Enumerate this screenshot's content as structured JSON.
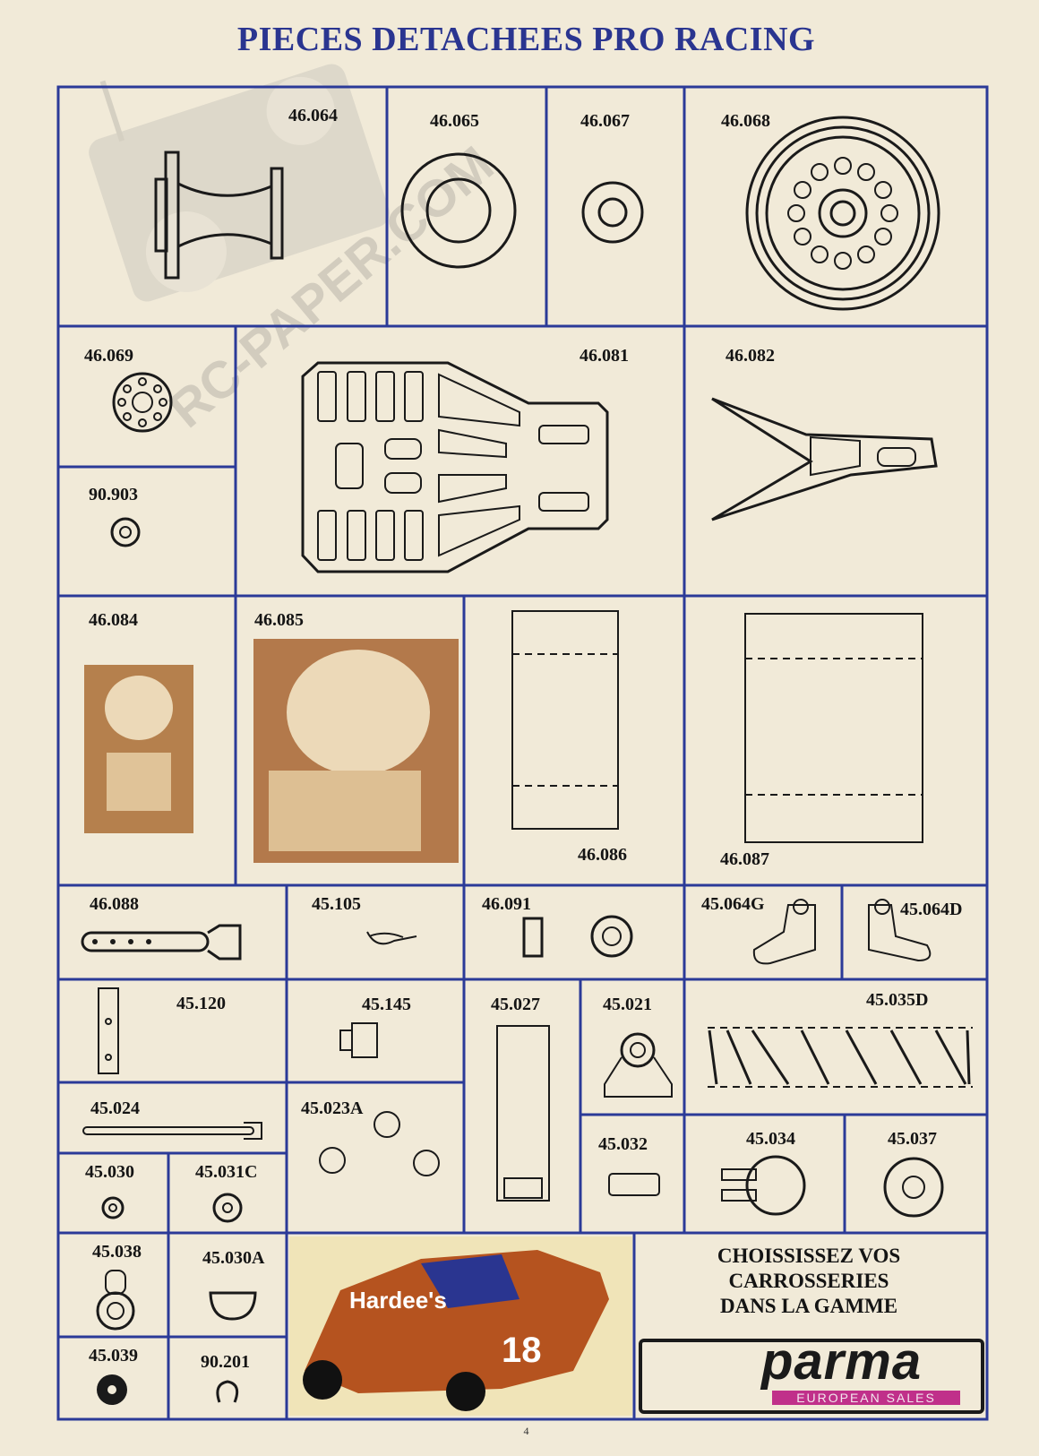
{
  "page": {
    "title": "PIECES DETACHEES PRO RACING",
    "page_number": "4"
  },
  "parts": [
    "46.064",
    "46.065",
    "46.067",
    "46.068",
    "46.069",
    "46.081",
    "46.082",
    "90.903",
    "46.084",
    "46.085",
    "46.086",
    "46.087",
    "46.088",
    "45.105",
    "46.091",
    "45.064G",
    "45.064D",
    "45.120",
    "45.145",
    "45.027",
    "45.021",
    "45.035D",
    "45.024",
    "45.023A",
    "45.032",
    "45.034",
    "45.037",
    "45.030",
    "45.031C",
    "45.038",
    "45.030A",
    "45.039",
    "90.201"
  ],
  "promo": {
    "line1": "CHOISSISSEZ VOS",
    "line2": "CARROSSERIES",
    "line3": "DANS LA GAMME"
  },
  "brand": {
    "logo_text": "parma",
    "tagline": "EUROPEAN SALES"
  },
  "watermark": "RC-PAPER.COM",
  "car_photo": {
    "sponsor": "Hardee's",
    "number": "18"
  },
  "colors": {
    "background": "#f1ead8",
    "grid": "#2b3a98",
    "title": "#2a3590",
    "ink": "#1a1a1a",
    "brand_accent": "#c0308a"
  }
}
